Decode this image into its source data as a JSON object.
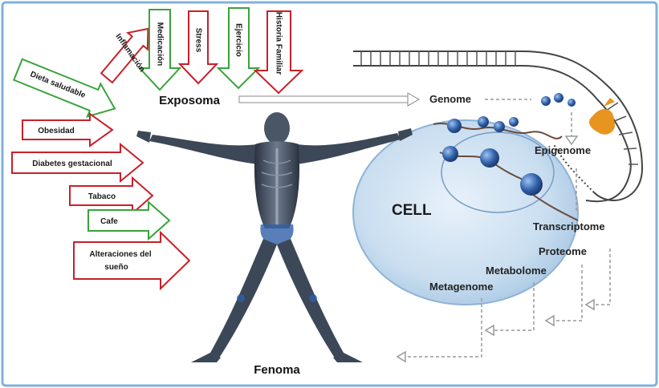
{
  "title_top": "Exposoma",
  "title_bottom": "Fenoma",
  "cell_label": "CELL",
  "vertical_exposures": [
    {
      "label": "Inflamación",
      "color": "red"
    },
    {
      "label": "Medicación",
      "color": "green"
    },
    {
      "label": "Stress",
      "color": "red"
    },
    {
      "label": "Ejercicio",
      "color": "green"
    },
    {
      "label": "Historia Familiar",
      "color": "red"
    }
  ],
  "horizontal_exposures": [
    {
      "label": "Dieta saludable",
      "color": "green"
    },
    {
      "label": "Obesidad",
      "color": "red"
    },
    {
      "label": "Diabetes gestacional",
      "color": "red"
    },
    {
      "label": "Tabaco",
      "color": "red"
    },
    {
      "label": "Cafe",
      "color": "green"
    },
    {
      "label": "Alteraciones del sueño",
      "color": "red"
    }
  ],
  "omics": {
    "genome": "Genome",
    "epigenome": "Epigenome",
    "transcriptome": "Transcriptome",
    "proteome": "Proteome",
    "metabolome": "Metabolome",
    "metagenome": "Metagenome"
  },
  "colors": {
    "frame": "#7fb2dc",
    "red_arrow": "#c8202a",
    "green_arrow": "#3aa33a",
    "cell_fill": "#c9def0",
    "body": "#3c4757",
    "nucleosome": "#2f5fa8"
  }
}
